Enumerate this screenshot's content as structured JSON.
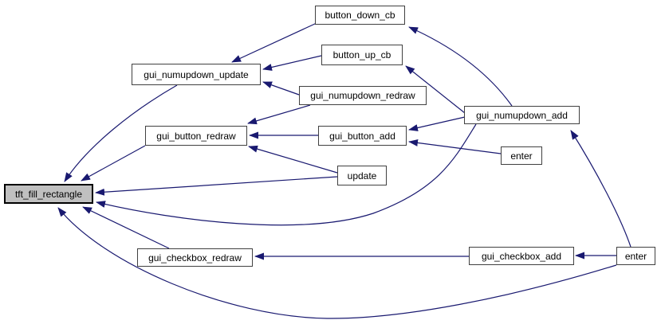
{
  "diagram": {
    "type": "call-graph",
    "highlighted_node": "tft_fill_rectangle",
    "nodes": [
      {
        "id": "button_down_cb",
        "label": "button_down_cb",
        "highlighted": false
      },
      {
        "id": "button_up_cb",
        "label": "button_up_cb",
        "highlighted": false
      },
      {
        "id": "gui_numupdown_update",
        "label": "gui_numupdown_update",
        "highlighted": false
      },
      {
        "id": "gui_numupdown_redraw",
        "label": "gui_numupdown_redraw",
        "highlighted": false
      },
      {
        "id": "gui_numupdown_add",
        "label": "gui_numupdown_add",
        "highlighted": false
      },
      {
        "id": "gui_button_redraw",
        "label": "gui_button_redraw",
        "highlighted": false
      },
      {
        "id": "gui_button_add",
        "label": "gui_button_add",
        "highlighted": false
      },
      {
        "id": "enter_top",
        "label": "enter",
        "highlighted": false
      },
      {
        "id": "update",
        "label": "update",
        "highlighted": false
      },
      {
        "id": "tft_fill_rectangle",
        "label": "tft_fill_rectangle",
        "highlighted": true
      },
      {
        "id": "gui_checkbox_redraw",
        "label": "gui_checkbox_redraw",
        "highlighted": false
      },
      {
        "id": "gui_checkbox_add",
        "label": "gui_checkbox_add",
        "highlighted": false
      },
      {
        "id": "enter_right",
        "label": "enter",
        "highlighted": false
      }
    ],
    "edges": [
      {
        "from": "button_down_cb",
        "to": "gui_numupdown_update"
      },
      {
        "from": "button_up_cb",
        "to": "gui_numupdown_update"
      },
      {
        "from": "gui_numupdown_redraw",
        "to": "gui_numupdown_update"
      },
      {
        "from": "gui_numupdown_add",
        "to": "button_down_cb"
      },
      {
        "from": "gui_numupdown_add",
        "to": "button_up_cb"
      },
      {
        "from": "gui_numupdown_add",
        "to": "gui_button_add"
      },
      {
        "from": "enter_top",
        "to": "gui_button_add"
      },
      {
        "from": "gui_button_add",
        "to": "gui_button_redraw"
      },
      {
        "from": "gui_numupdown_redraw",
        "to": "gui_button_redraw"
      },
      {
        "from": "update",
        "to": "gui_button_redraw"
      },
      {
        "from": "gui_numupdown_update",
        "to": "tft_fill_rectangle"
      },
      {
        "from": "gui_button_redraw",
        "to": "tft_fill_rectangle"
      },
      {
        "from": "update",
        "to": "tft_fill_rectangle"
      },
      {
        "from": "gui_numupdown_add",
        "to": "tft_fill_rectangle"
      },
      {
        "from": "gui_checkbox_redraw",
        "to": "tft_fill_rectangle"
      },
      {
        "from": "enter_right",
        "to": "tft_fill_rectangle"
      },
      {
        "from": "gui_checkbox_add",
        "to": "gui_checkbox_redraw"
      },
      {
        "from": "enter_right",
        "to": "gui_checkbox_add"
      },
      {
        "from": "enter_right",
        "to": "gui_numupdown_add"
      }
    ],
    "colors": {
      "edge": "#191970",
      "node_bg": "#ffffff",
      "node_border": "#404040",
      "highlight_bg": "#c0c0c0",
      "highlight_border": "#000000",
      "text": "#000000",
      "background": "#ffffff"
    }
  }
}
